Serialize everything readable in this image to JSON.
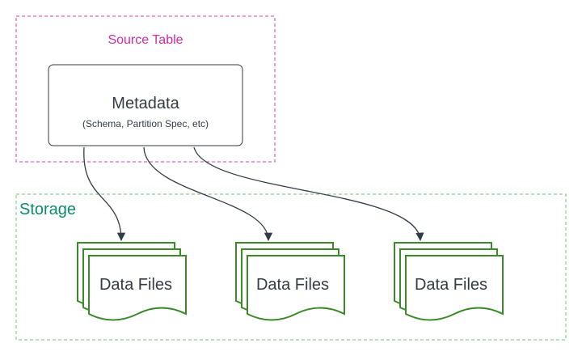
{
  "source_table": {
    "label": "Source Table",
    "color": "#cc2aa8"
  },
  "metadata": {
    "title": "Metadata",
    "subtitle": "(Schema, Partition Spec, etc)"
  },
  "storage": {
    "label": "Storage",
    "color": "#0e8a6f"
  },
  "data_files": [
    {
      "label": "Data Files"
    },
    {
      "label": "Data Files"
    },
    {
      "label": "Data Files"
    }
  ],
  "colors": {
    "file_stroke": "#3a8a2a",
    "storage_border": "#6cc46c",
    "source_border": "#d63cb5",
    "arrow": "#333b45",
    "text": "#333b45"
  }
}
